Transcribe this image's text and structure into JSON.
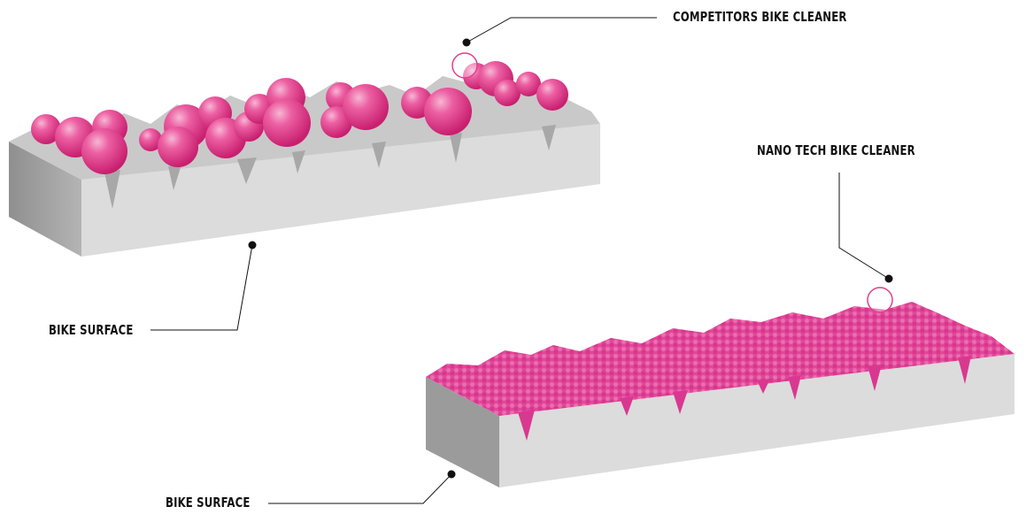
{
  "labels": {
    "competitor": "COMPETITORS BIKE CLEANER",
    "nano": "NANO TECH BIKE CLEANER",
    "surface_top": "BIKE SURFACE",
    "surface_bottom": "BIKE SURFACE"
  },
  "colors": {
    "droplet": "#e23d8a",
    "droplet_light": "#f18ab9",
    "coating": "#e0479a",
    "surface_top": "#d2d2d2",
    "surface_front": "#dedede",
    "surface_side": "#9c9c9c",
    "leader_line": "#111111"
  }
}
